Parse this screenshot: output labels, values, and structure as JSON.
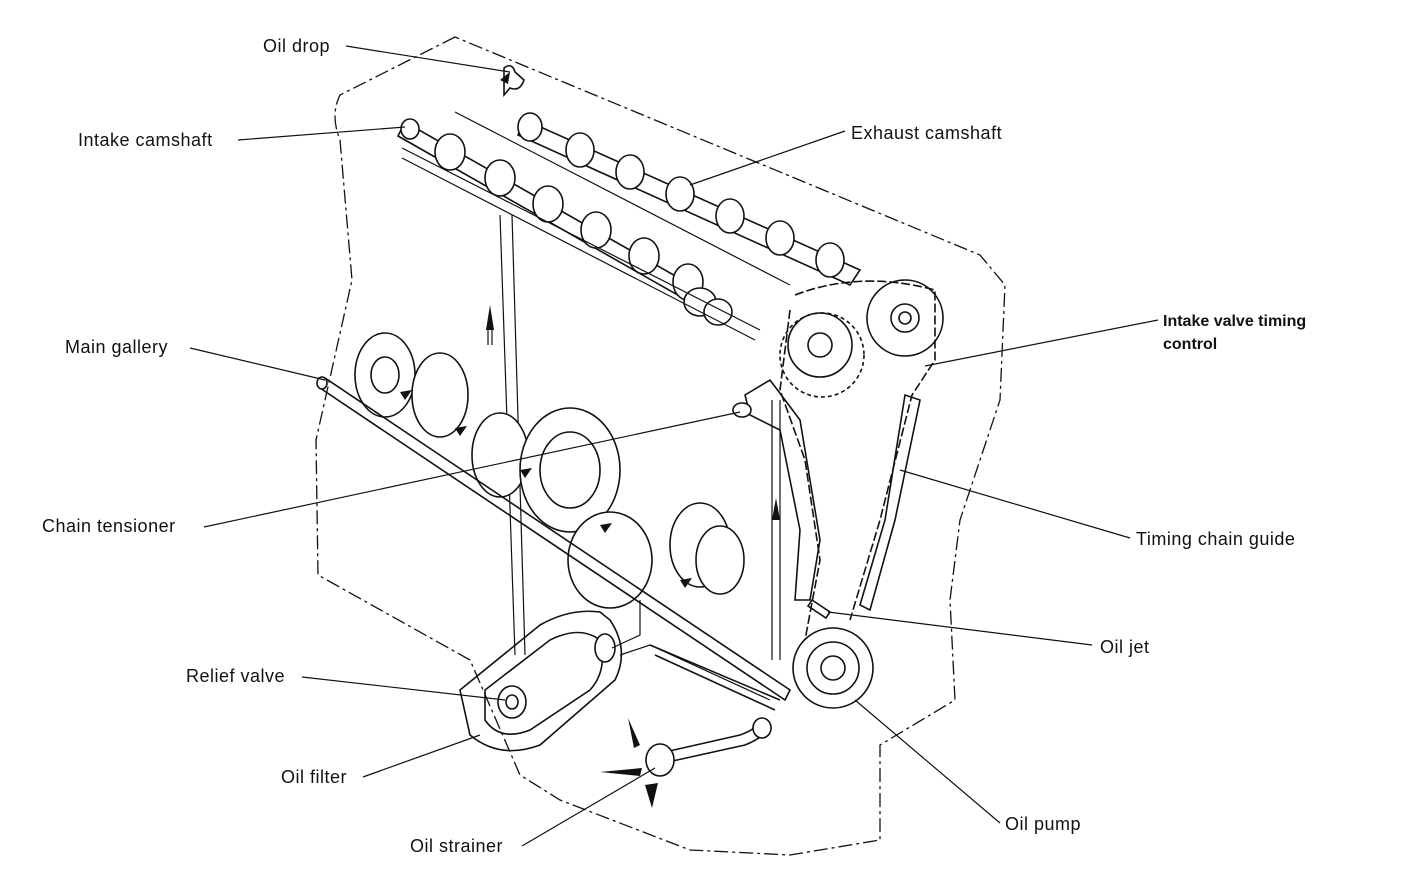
{
  "labels": {
    "oil_drop": "Oil drop",
    "intake_camshaft": "Intake camshaft",
    "exhaust_camshaft": "Exhaust camshaft",
    "intake_valve_timing_line1": "Intake valve timing",
    "intake_valve_timing_line2": "control",
    "main_gallery": "Main gallery",
    "chain_tensioner": "Chain tensioner",
    "timing_chain_guide": "Timing chain guide",
    "oil_jet": "Oil jet",
    "relief_valve": "Relief valve",
    "oil_filter": "Oil filter",
    "oil_pump": "Oil pump",
    "oil_strainer": "Oil strainer"
  }
}
